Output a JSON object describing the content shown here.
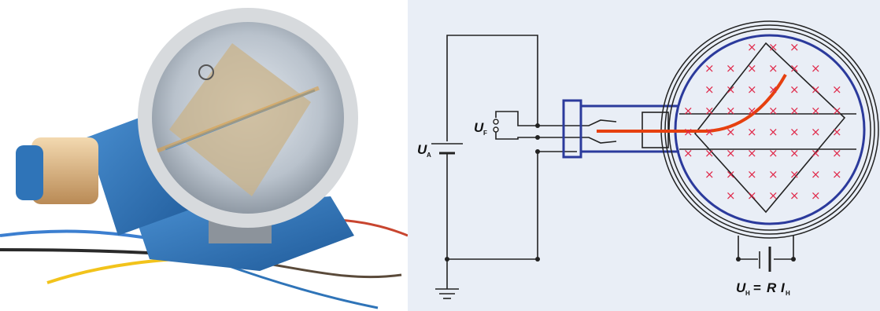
{
  "diagram": {
    "labels": {
      "anode_voltage": {
        "symbol": "U",
        "subscript": "A"
      },
      "filament_voltage": {
        "symbol": "U",
        "subscript": "F"
      },
      "coil_voltage": {
        "symbol": "U",
        "subscript": "H",
        "equals": "=",
        "resistance": "R",
        "current": "I",
        "current_subscript": "H"
      }
    },
    "field_marker": "×",
    "colors": {
      "beam": "#e6400f",
      "field_crosses": "#e0294a",
      "coil": "#2b3a9c",
      "wiring": "#222222",
      "panel_background": "#e9eef6",
      "apparatus_blue": "#2f74b8"
    }
  },
  "photo": {
    "subject": "apparatus-photo",
    "icon": "fine-beam-tube-apparatus"
  }
}
